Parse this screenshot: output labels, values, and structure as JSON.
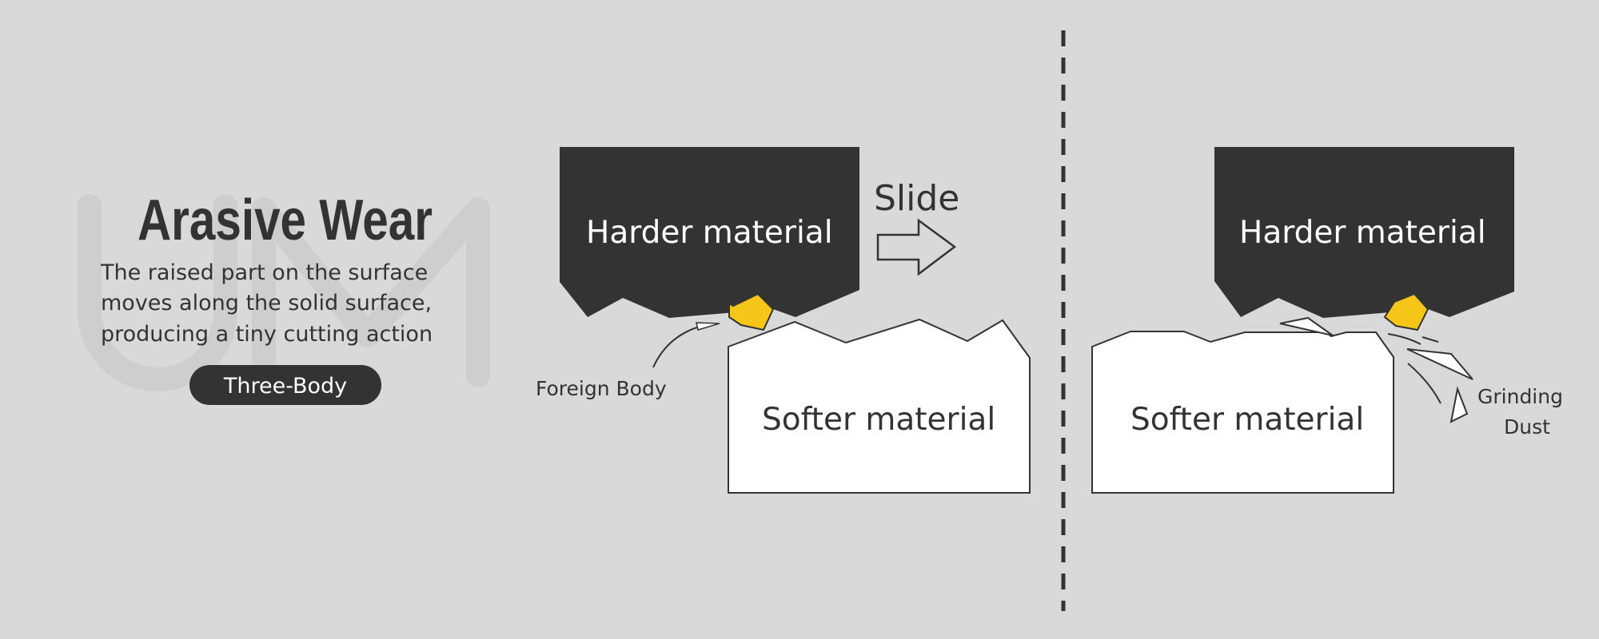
{
  "colors": {
    "background": "#d9d9d9",
    "dark": "#333333",
    "accent": "#f5c518",
    "white": "#ffffff",
    "watermark": "#cecece"
  },
  "watermark": "UM",
  "title": "Arasive Wear",
  "description": [
    "The raised part on the surface",
    "moves along the solid surface,",
    "producing a tiny cutting action"
  ],
  "badge": "Three-Body",
  "left_panel": {
    "harder": "Harder material",
    "softer": "Softer material",
    "slide": "Slide",
    "foreign_body": "Foreign Body"
  },
  "right_panel": {
    "harder": "Harder material",
    "softer": "Softer material",
    "grinding_dust": [
      "Grinding",
      "Dust"
    ]
  }
}
